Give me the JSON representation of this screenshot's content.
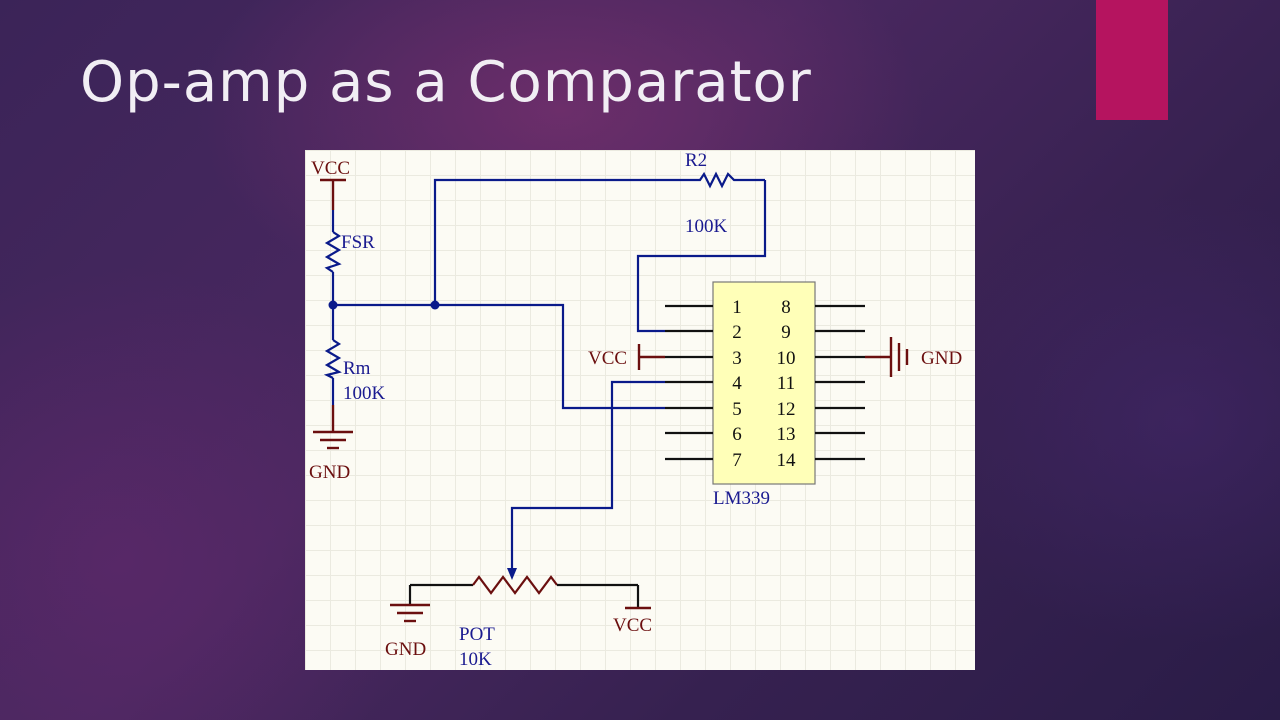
{
  "slide": {
    "title": "Op-amp as a Comparator",
    "accent_color": "#b5145f"
  },
  "schematic": {
    "labels": {
      "vcc_top": "VCC",
      "fsr": "FSR",
      "r2": "R2",
      "r2_value": "100K",
      "rm": "Rm",
      "rm_value": "100K",
      "gnd_left": "GND",
      "vcc_mid": "VCC",
      "gnd_right": "GND",
      "ic_name": "LM339",
      "gnd_pot": "GND",
      "pot": "POT",
      "pot_value": "10K",
      "vcc_pot": "VCC"
    },
    "ic": {
      "left_pins": [
        "1",
        "2",
        "3",
        "4",
        "5",
        "6",
        "7"
      ],
      "right_pins": [
        "8",
        "9",
        "10",
        "11",
        "12",
        "13",
        "14"
      ]
    },
    "colors": {
      "wire": "#0a1a8a",
      "power": "#6b0f0f",
      "ic_fill": "#ffffb8"
    }
  }
}
